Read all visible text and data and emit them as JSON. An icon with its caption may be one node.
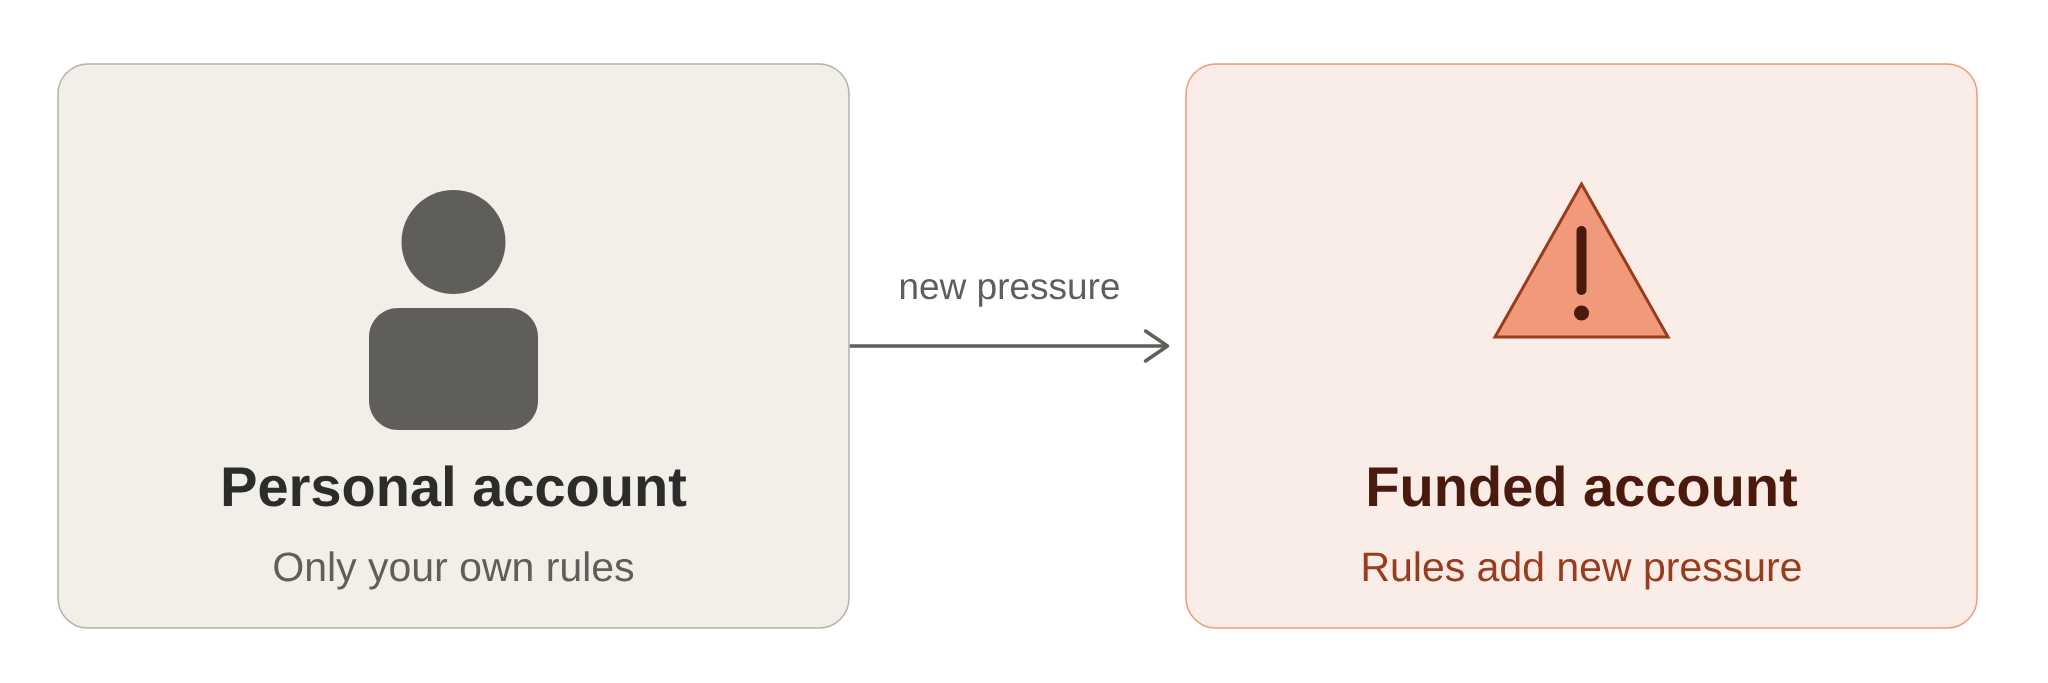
{
  "diagram": {
    "nodes": [
      {
        "text": [
          "Personal account",
          "Only your own rules"
        ]
      },
      {
        "text": [
          "Funded account",
          "Rules add new pressure"
        ]
      }
    ],
    "edges": [
      {
        "from": 0,
        "to": 1,
        "arrow": "to",
        "label": "new pressure"
      }
    ]
  }
}
